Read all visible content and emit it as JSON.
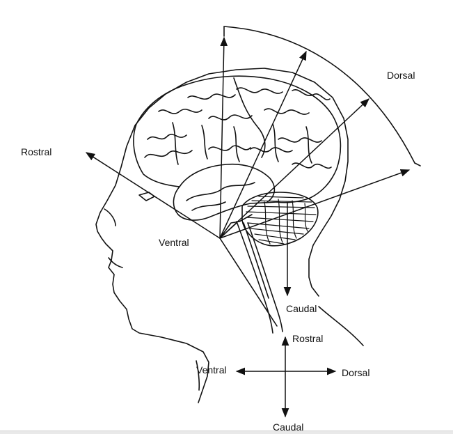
{
  "figure": {
    "labels": {
      "dorsal_top": "Dorsal",
      "rostral_left": "Rostral",
      "ventral_face": "Ventral",
      "caudal_neck": "Caudal",
      "rostral_spinal": "Rostral",
      "ventral_spinal": "Ventral",
      "dorsal_spinal": "Dorsal",
      "caudal_bottom": "Caudal"
    },
    "line_color": "#111111",
    "background": "#ffffff"
  }
}
